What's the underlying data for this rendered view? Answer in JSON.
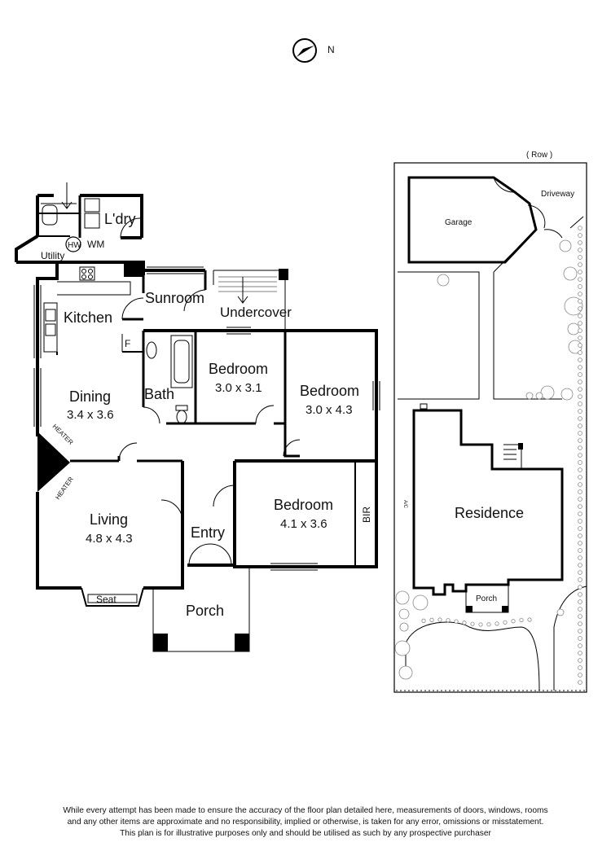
{
  "compass": {
    "north_label": "N"
  },
  "floor_plan": {
    "rooms": {
      "laundry": "L'dry",
      "utility": "Utility",
      "hw": "HW",
      "wm": "WM",
      "kitchen": "Kitchen",
      "fridge": "F",
      "sunroom": "Sunroom",
      "undercover": "Undercover",
      "bath": "Bath",
      "dining": {
        "name": "Dining",
        "size": "3.4 x 3.6"
      },
      "bedroom_1": {
        "name": "Bedroom",
        "size": "3.0 x 3.1"
      },
      "bedroom_2": {
        "name": "Bedroom",
        "size": "3.0 x 4.3"
      },
      "bedroom_3": {
        "name": "Bedroom",
        "size": "4.1 x 3.6"
      },
      "bir": "BIR",
      "living": {
        "name": "Living",
        "size": "4.8 x 4.3"
      },
      "entry": "Entry",
      "porch": "Porch",
      "seat": "Seat",
      "heater_top": "HEATER",
      "heater_bottom": "HEATER"
    }
  },
  "site_plan": {
    "row_label": "( Row )",
    "garage": "Garage",
    "driveway": "Driveway",
    "residence": "Residence",
    "porch": "Porch",
    "ac": "A/C"
  },
  "disclaimer": {
    "line1": "While every attempt has been made to ensure the accuracy of the floor plan detailed here, measurements of doors, windows, rooms",
    "line2": "and any other items are approximate and no responsibility, implied or otherwise, is taken for any error, omissions or misstatement.",
    "line3": "This plan is for illustrative purposes only and should be utilised as such by any prospective purchaser"
  }
}
